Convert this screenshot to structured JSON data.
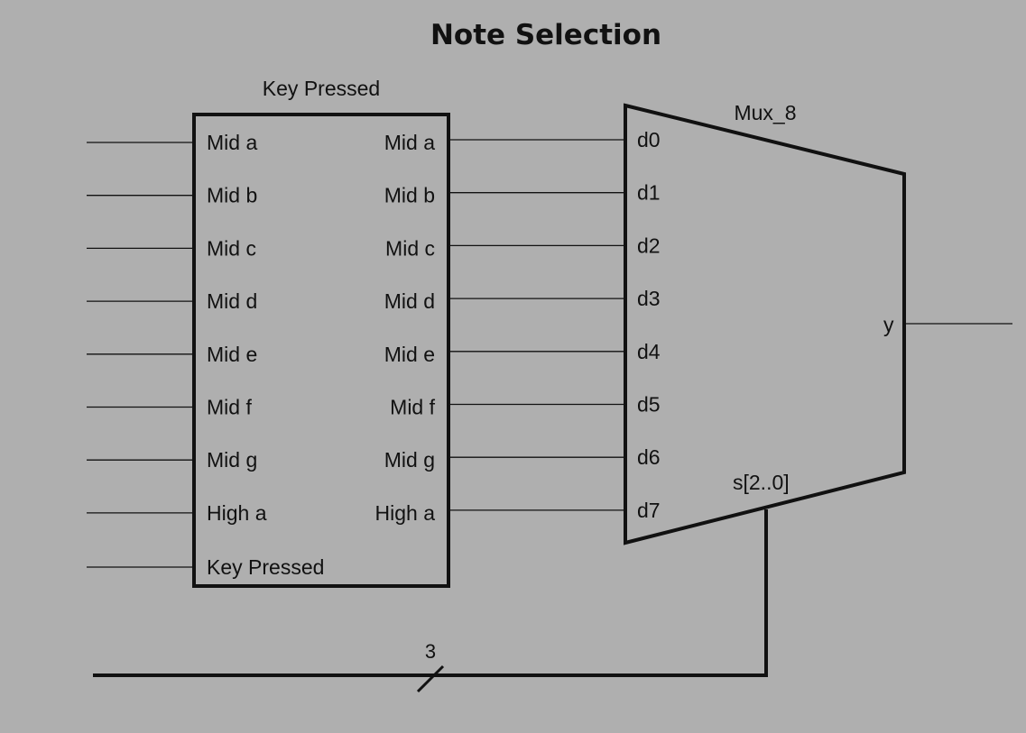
{
  "title": "Note Selection",
  "key_block": {
    "name": "Key Pressed",
    "inputs": [
      "Mid a",
      "Mid b",
      "Mid c",
      "Mid d",
      "Mid e",
      "Mid f",
      "Mid g",
      "High a",
      "Key Pressed"
    ],
    "outputs": [
      "Mid a",
      "Mid b",
      "Mid c",
      "Mid d",
      "Mid e",
      "Mid f",
      "Mid g",
      "High a"
    ]
  },
  "mux": {
    "name": "Mux_8",
    "data_inputs": [
      "d0",
      "d1",
      "d2",
      "d3",
      "d4",
      "d5",
      "d6",
      "d7"
    ],
    "output": "y",
    "select": "s[2..0]"
  },
  "bus": {
    "width_label": "3"
  }
}
